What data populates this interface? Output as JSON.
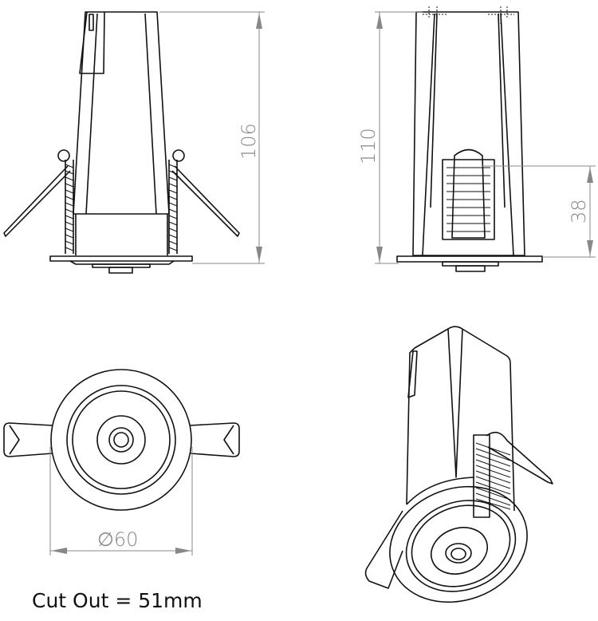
{
  "dimensions": {
    "front_height": "106",
    "side_height": "110",
    "spring_height": "38",
    "diameter": "∅60"
  },
  "cutout_label": "Cut Out = 51mm",
  "colors": {
    "line": "#111111",
    "dimension": "#888888"
  }
}
